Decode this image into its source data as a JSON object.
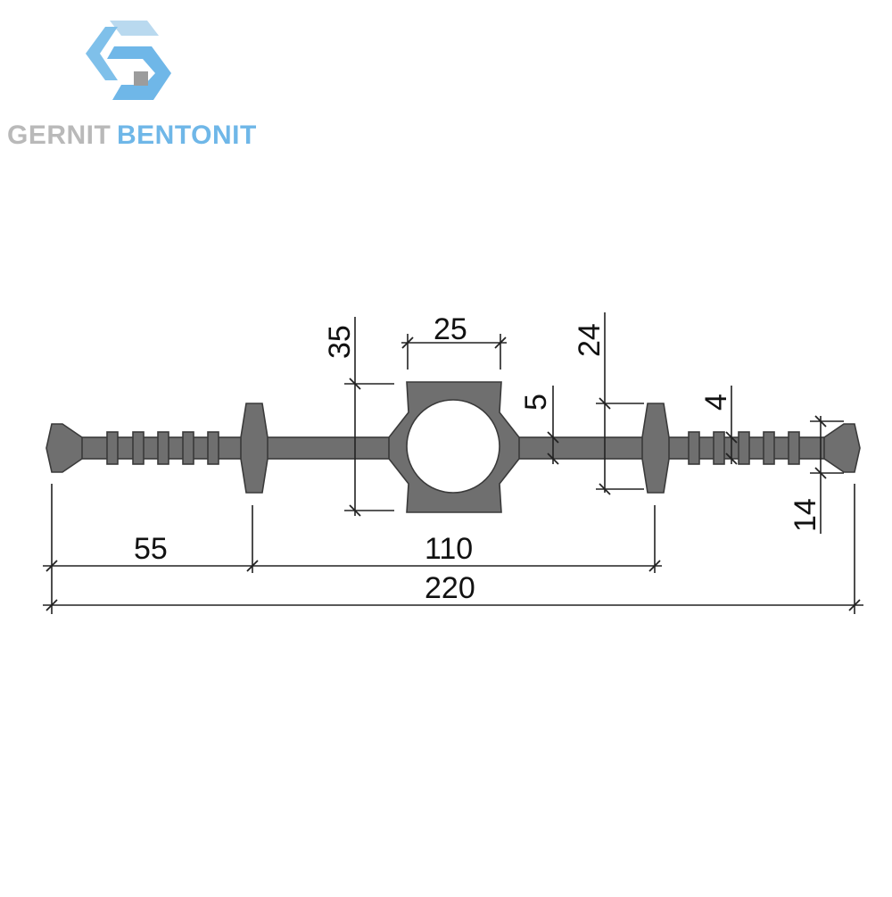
{
  "logo": {
    "word1": "GERNIT",
    "word2": "BENTONIT",
    "colors": {
      "gray": "#b9b9b9",
      "blue": "#6fb7e8"
    }
  },
  "profile": {
    "fill_color": "#6f6f6f",
    "hole_color": "#ffffff"
  },
  "dimensions": {
    "height_35": "35",
    "bulb_width_25": "25",
    "web_5": "5",
    "rib_height_24": "24",
    "thickness_4": "4",
    "end_height_14": "14",
    "edge_55": "55",
    "center_110": "110",
    "total_220": "220"
  }
}
